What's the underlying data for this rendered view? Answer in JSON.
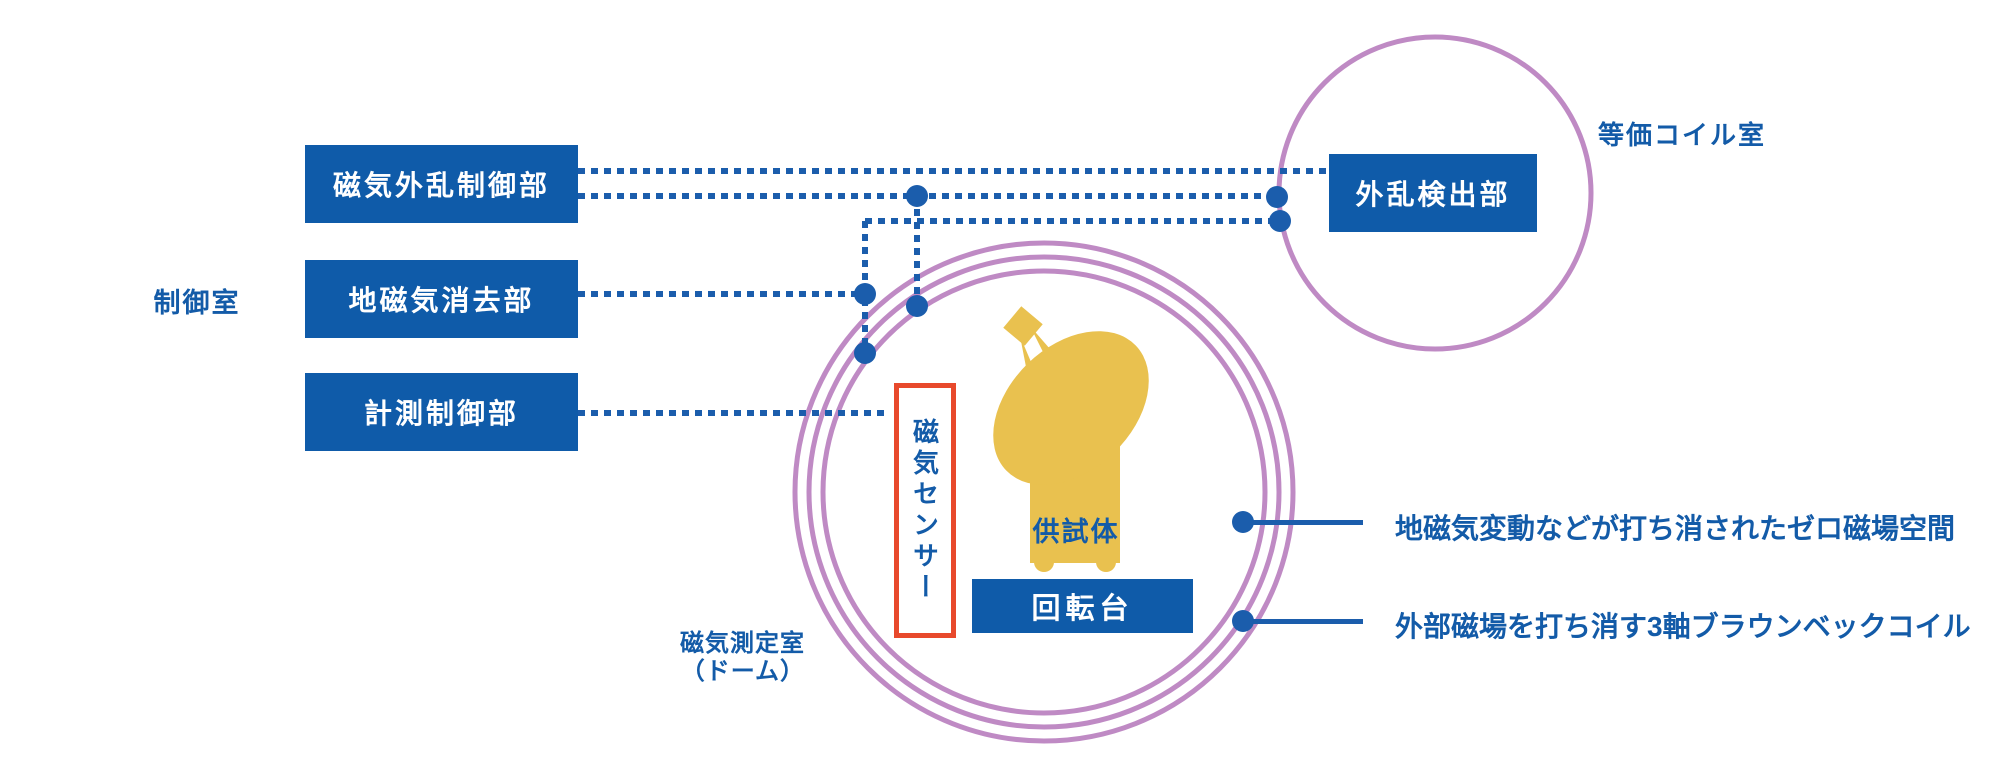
{
  "diagram_title": "magnetic-test-facility-layout",
  "colors": {
    "box_blue": "#0f5ba9",
    "line_blue": "#1b5dac",
    "text_blue": "#135ba8",
    "coil_purple": "#bf8ac4",
    "sensor_red": "#e8492c",
    "specimen_yellow": "#e9c14f",
    "background": "#ffffff"
  },
  "control_room": {
    "label": "制御室",
    "boxes": [
      {
        "label": "磁気外乱制御部"
      },
      {
        "label": "地磁気消去部"
      },
      {
        "label": "計測制御部"
      }
    ]
  },
  "coil_room": {
    "label": "等価コイル室",
    "detector_box_label": "外乱検出部"
  },
  "dome": {
    "label_line1": "磁気測定室",
    "label_line2": "（ドーム）",
    "sensor_label": "磁気センサー",
    "specimen_label": "供試体",
    "turntable_label": "回転台"
  },
  "annotations": [
    {
      "text": "地磁気変動などが打ち消されたゼロ磁場空間"
    },
    {
      "text": "外部磁場を打ち消す3軸ブラウンベックコイル"
    }
  ]
}
